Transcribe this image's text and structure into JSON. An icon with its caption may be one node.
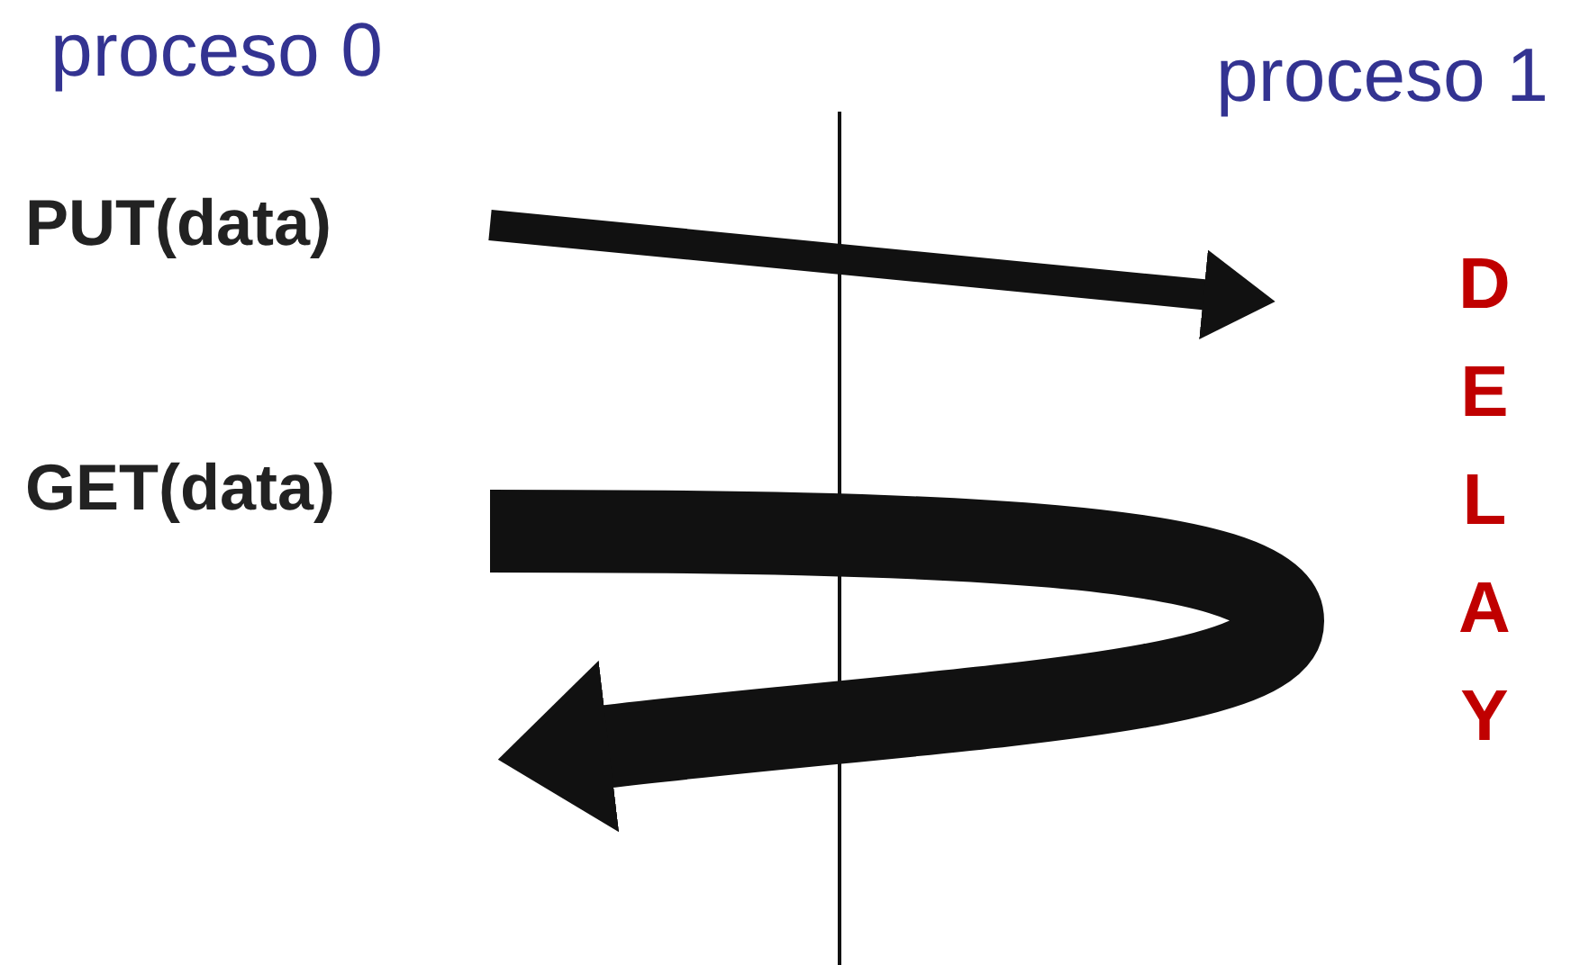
{
  "diagram": {
    "labels": [
      "proceso 0",
      "proceso 1",
      "PUT(data)",
      "GET(data)",
      "DELAY"
    ]
  }
}
